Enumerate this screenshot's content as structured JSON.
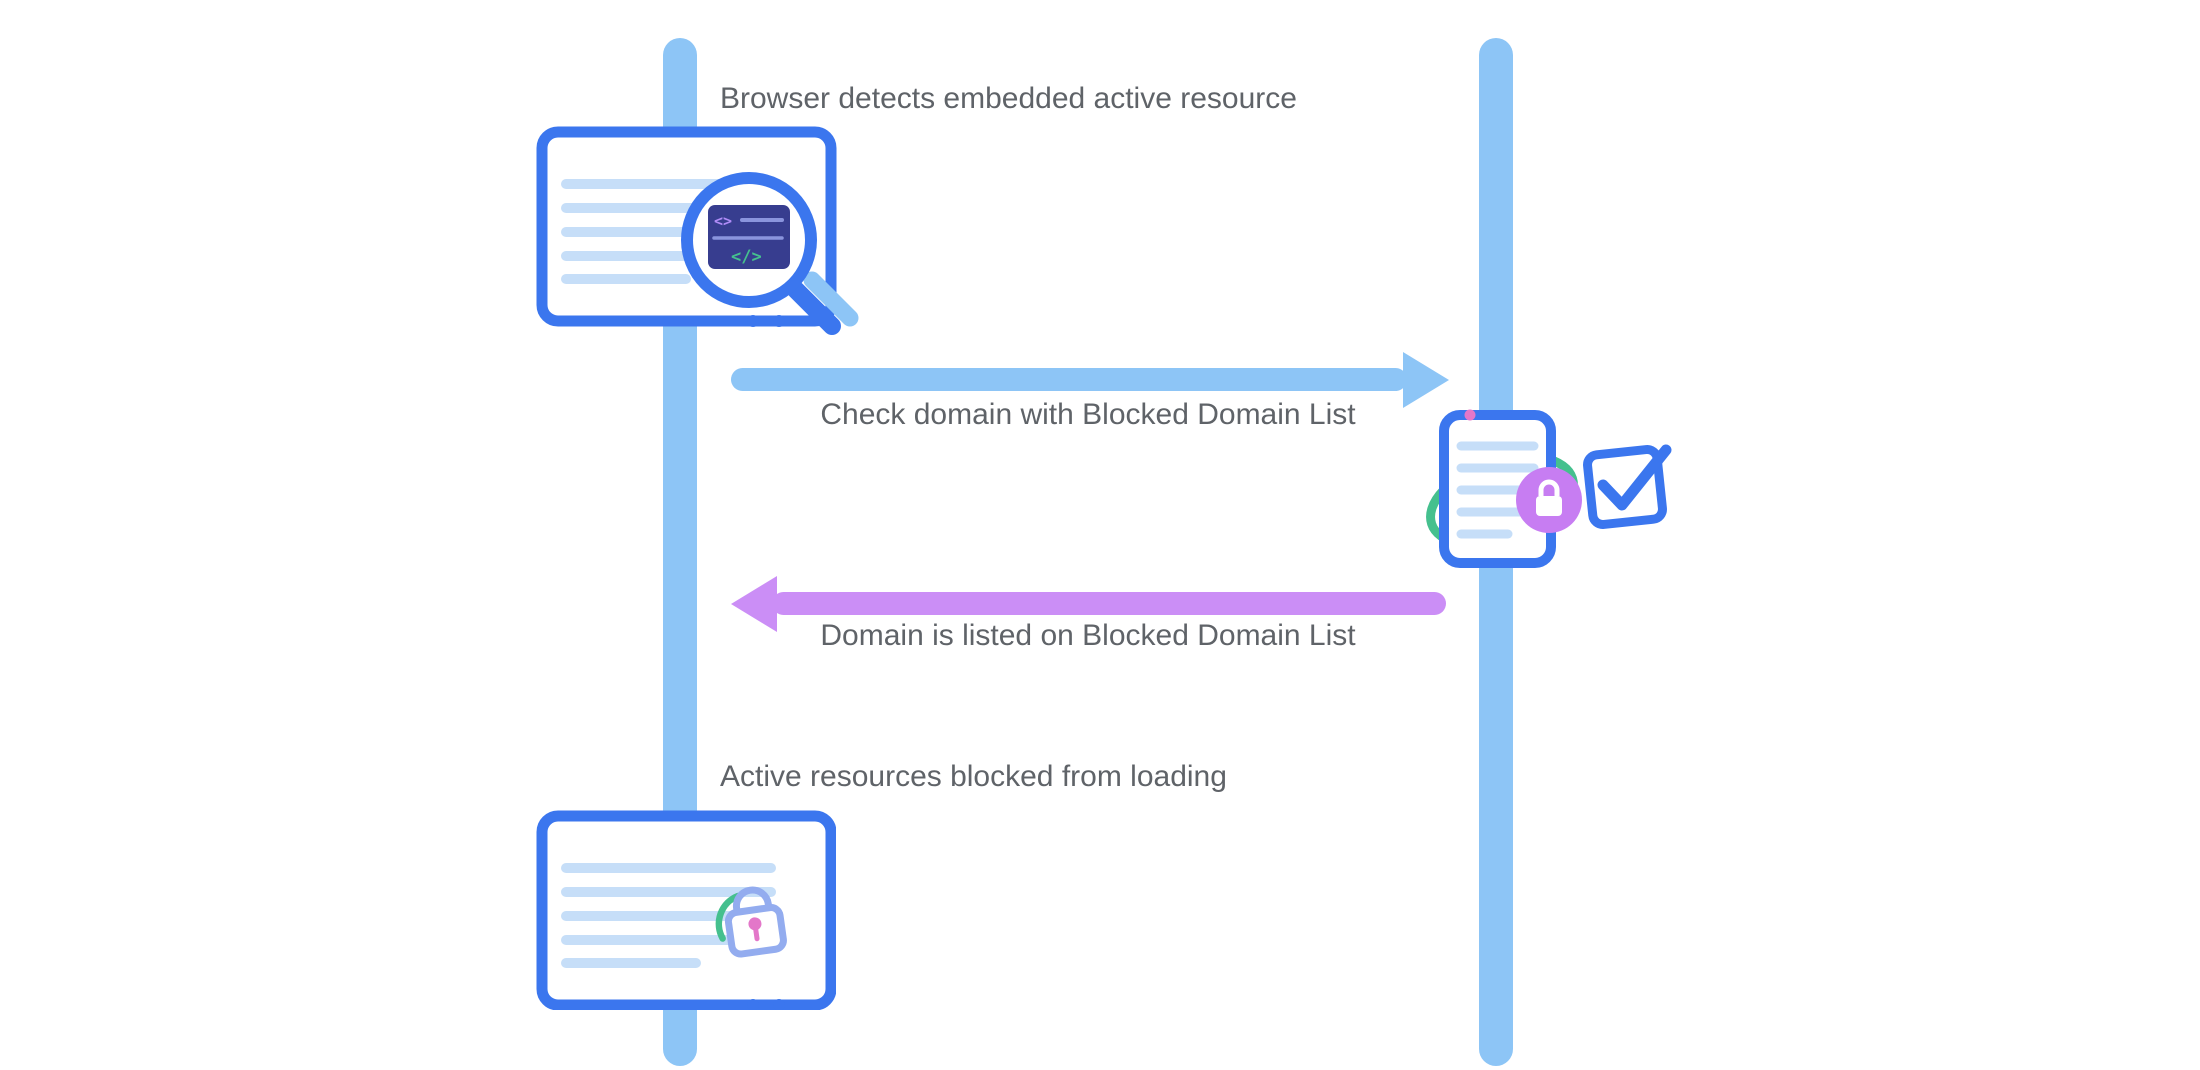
{
  "colors": {
    "lifeline": "#8DC5F6",
    "arrow-forward": "#8DC5F6",
    "arrow-back": "#CB8EF6",
    "outline": "#3B76EE",
    "skeleton": "#C6DEF8",
    "text": "#5F6368",
    "green": "#45C08E",
    "purple": "#C77DF2",
    "pink": "#E377C9",
    "navy": "#373D8F",
    "lock": "#93ACEF",
    "code-line": "#8A94DD",
    "code-purple": "#B08CF8"
  },
  "labels": {
    "step1": "Browser detects embedded active resource",
    "arrow_forward": "Check domain with Blocked Domain List",
    "arrow_back": "Domain is listed on Blocked Domain List",
    "step4": "Active resources blocked from loading"
  },
  "glyphs": {
    "code_tag_small": "<>",
    "code_tag": "</>"
  },
  "icons": {
    "left_top": "browser-window-with-code-magnifier",
    "right": "blocked-domain-list-with-lock-and-checkbox",
    "left_bottom": "browser-window-with-padlock"
  }
}
